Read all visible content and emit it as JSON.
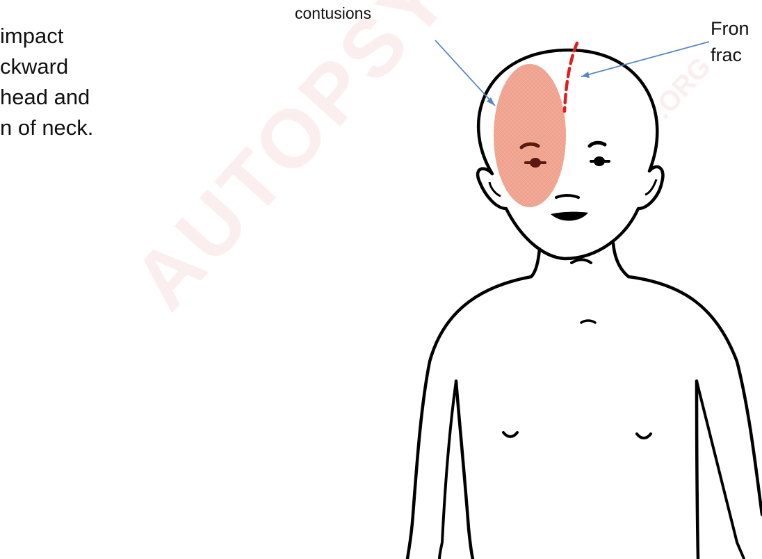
{
  "left_text": {
    "lines": [
      " impact",
      "ckward",
      " head and",
      "n of neck."
    ]
  },
  "labels": {
    "contusions": "contusions",
    "fracture": [
      "Fron",
      "frac"
    ]
  },
  "watermark": {
    "text": "AUTOPSYFILES",
    "suffix": ".ORG",
    "color": "#cc1e1e"
  },
  "colors": {
    "contusion_fill": "#ef9a82",
    "fracture_line": "#e01e1e",
    "arrow": "#5b86c4",
    "outline": "#000000"
  }
}
